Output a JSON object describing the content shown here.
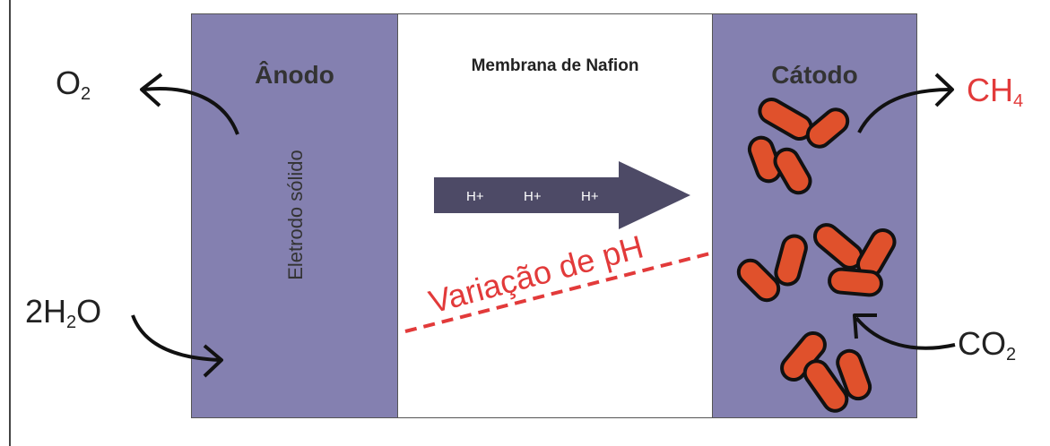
{
  "anode": {
    "title": "Ânodo",
    "electrode_label": "Eletrodo sólido"
  },
  "membrane": {
    "title": "Membrana de Nafion",
    "proton_labels": [
      "H+",
      "H+",
      "H+"
    ],
    "ph_label": "Variação de pH"
  },
  "cathode": {
    "title": "Cátodo"
  },
  "species": {
    "o2": {
      "base": "O",
      "sub": "2"
    },
    "water": {
      "pre": "2H",
      "sub": "2",
      "post": "O"
    },
    "ch4": {
      "base": "CH",
      "sub": "4"
    },
    "co2": {
      "base": "CO",
      "sub": "2"
    }
  },
  "colors": {
    "electrode": "#8480b0",
    "arrow": "#4d4a66",
    "bacteria": "#e0512c",
    "highlight": "#e23a3a"
  }
}
